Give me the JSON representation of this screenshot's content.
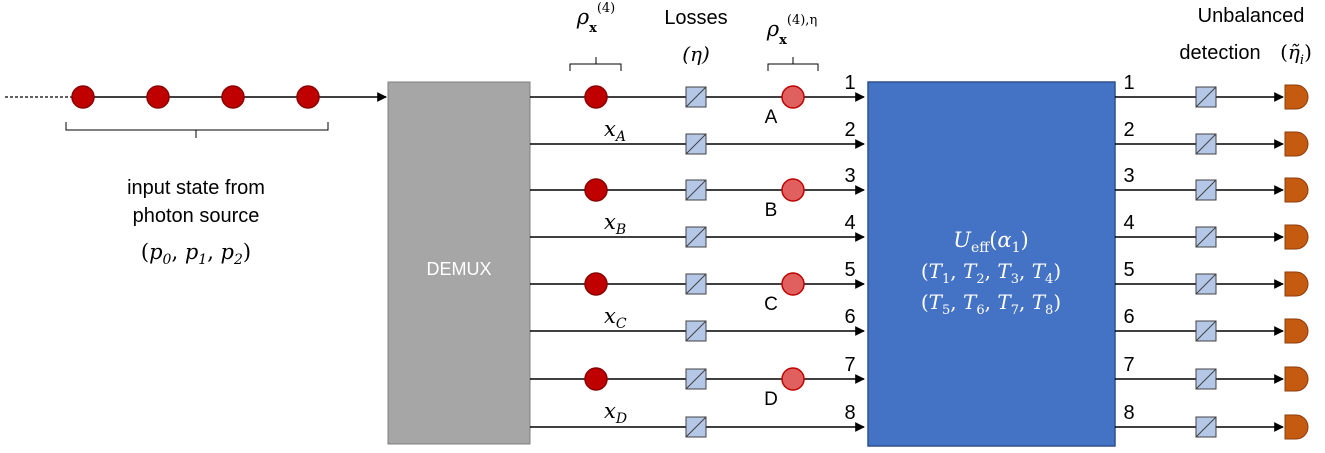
{
  "source": {
    "caption_lines": [
      "input state from",
      "photon source"
    ],
    "params": {
      "p": "p",
      "subs": [
        "0",
        "1",
        "2"
      ]
    }
  },
  "demux": {
    "label": "DEMUX"
  },
  "headers": {
    "rho_in": {
      "base": "ρ",
      "sub": "x",
      "sup": "(4)"
    },
    "losses": {
      "label": "Losses",
      "symbol": "(η)"
    },
    "rho_out": {
      "base": "ρ",
      "sub": "x",
      "sup": "(4),η"
    },
    "detection": {
      "line1": "Unbalanced",
      "line2": "detection",
      "symbol": "η̃",
      "sub": "i"
    }
  },
  "channels": [
    {
      "number": "1",
      "input_photon": true,
      "x_label": "A",
      "output_label": "A"
    },
    {
      "number": "2",
      "input_photon": false
    },
    {
      "number": "3",
      "input_photon": true,
      "x_label": "B",
      "output_label": "B"
    },
    {
      "number": "4",
      "input_photon": false
    },
    {
      "number": "5",
      "input_photon": true,
      "x_label": "C",
      "output_label": "C"
    },
    {
      "number": "6",
      "input_photon": false
    },
    {
      "number": "7",
      "input_photon": true,
      "x_label": "D",
      "output_label": "D"
    },
    {
      "number": "8",
      "input_photon": false
    }
  ],
  "unitary": {
    "U": "U",
    "U_sub": "eff",
    "alpha": "α",
    "alpha_sub": "1",
    "T": "T",
    "row1": [
      "1",
      "2",
      "3",
      "4"
    ],
    "row2": [
      "5",
      "6",
      "7",
      "8"
    ]
  },
  "colors": {
    "photon_in": "#c00000",
    "photon_in_stroke": "#8b0000",
    "photon_out": "#e06060",
    "photon_out_stroke": "#c00000",
    "demux_fill": "#a6a6a6",
    "unitary_fill": "#4472c4",
    "loss_fill": "#b4c7e7",
    "detector": "#c55a11",
    "line": "#000000"
  }
}
